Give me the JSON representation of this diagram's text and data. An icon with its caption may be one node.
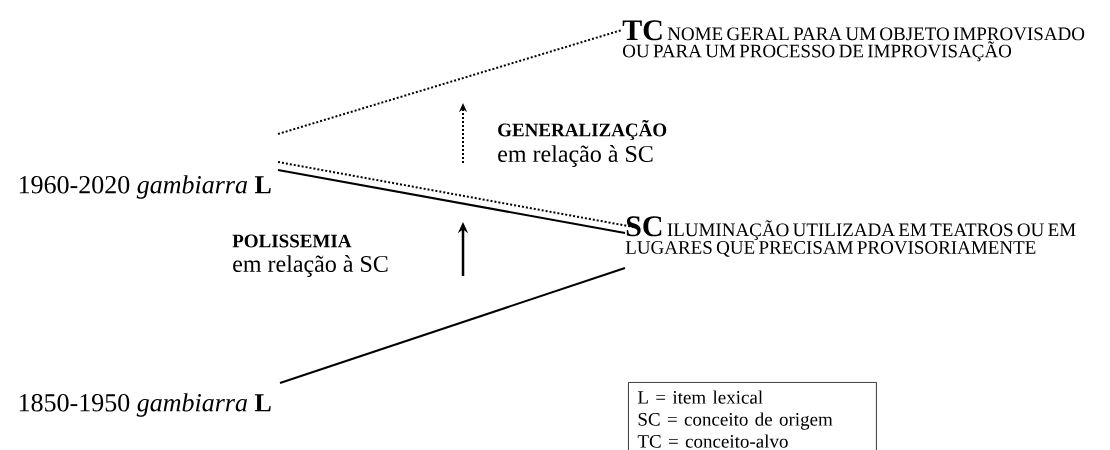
{
  "diagram": {
    "nodes": [
      {
        "text": [
          "1960-2020 *gambiarra* **L**"
        ]
      },
      {
        "text": [
          "1850-1950 *gambiarra* **L**"
        ]
      },
      {
        "text": [
          "TC",
          "NOME GERAL PARA UM OBJETO IMPROVISADO OU PARA UM PROCESSO DE IMPROVISAÇÃO"
        ]
      },
      {
        "text": [
          "SC",
          "ILUMINAÇÃO UTILIZADA EM TEATROS OU EM LUGARES QUE PRECISAM PROVISORIAMENTE"
        ]
      },
      {
        "text": [
          "L = item lexical",
          "SC = conceito de origem",
          "TC = conceito-alvo"
        ]
      }
    ],
    "edges": [
      {
        "from": 0,
        "to": 2,
        "arrow": "none",
        "style": "dashed"
      },
      {
        "from": 0,
        "to": 3,
        "arrow": "none",
        "style": "dashed"
      },
      {
        "from": 0,
        "to": 3,
        "arrow": "none"
      },
      {
        "from": 1,
        "to": 3,
        "arrow": "none"
      }
    ],
    "labels": [
      "GENERALIZAÇÃO",
      "em relação à SC",
      "POLISSEMIA",
      "em relação à SC"
    ]
  }
}
